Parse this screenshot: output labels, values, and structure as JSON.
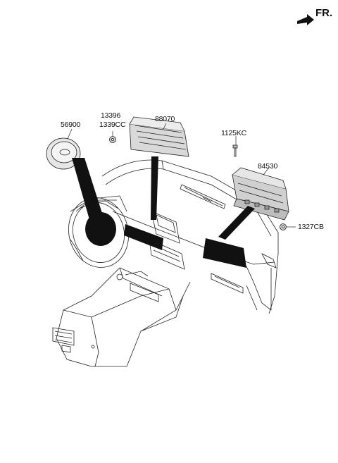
{
  "orientation": {
    "label": "FR.",
    "icon": "arrow-icon"
  },
  "parts": [
    {
      "id": "p56900",
      "number": "56900"
    },
    {
      "id": "p13396",
      "number": "13396"
    },
    {
      "id": "p1339CC",
      "number": "1339CC"
    },
    {
      "id": "p88070",
      "number": "88070"
    },
    {
      "id": "p1125KC",
      "number": "1125KC"
    },
    {
      "id": "p84530",
      "number": "84530"
    },
    {
      "id": "p1327CB",
      "number": "1327CB"
    }
  ],
  "colors": {
    "line": "#222222",
    "fill_dark": "#111111",
    "fill_light": "#ffffff",
    "part_grey": "#d9d9d9"
  }
}
